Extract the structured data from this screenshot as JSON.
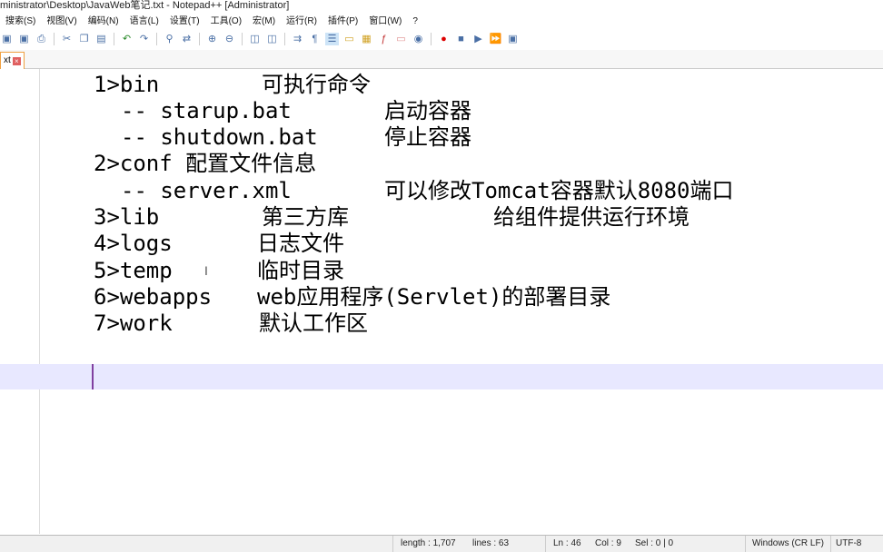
{
  "title": "ministrator\\Desktop\\JavaWeb笔记.txt - Notepad++ [Administrator]",
  "menu": [
    "搜索(S)",
    "视图(V)",
    "编码(N)",
    "语言(L)",
    "设置(T)",
    "工具(O)",
    "宏(M)",
    "运行(R)",
    "插件(P)",
    "窗口(W)",
    "?"
  ],
  "tab": {
    "label": "xt"
  },
  "lines": [
    [
      "1>bin",
      "可执行命令"
    ],
    [
      "-- starup.bat",
      "启动容器"
    ],
    [
      "-- shutdown.bat",
      "停止容器"
    ],
    [
      "2>conf 配置文件信息"
    ],
    [
      "-- server.xml",
      "可以修改Tomcat容器默认8080端口"
    ],
    [
      "3>lib",
      "第三方库",
      "给组件提供运行环境"
    ],
    [
      "4>logs",
      "日志文件"
    ],
    [
      "5>temp",
      "临时目录"
    ],
    [
      "6>webapps",
      "web应用程序(Servlet)的部署目录"
    ],
    [
      "7>work",
      "默认工作区"
    ]
  ],
  "status": {
    "length": "length : 1,707",
    "lines": "lines : 63",
    "ln": "Ln : 46",
    "col": "Col : 9",
    "sel": "Sel : 0 | 0",
    "eol": "Windows (CR LF)",
    "encoding": "UTF-8"
  }
}
